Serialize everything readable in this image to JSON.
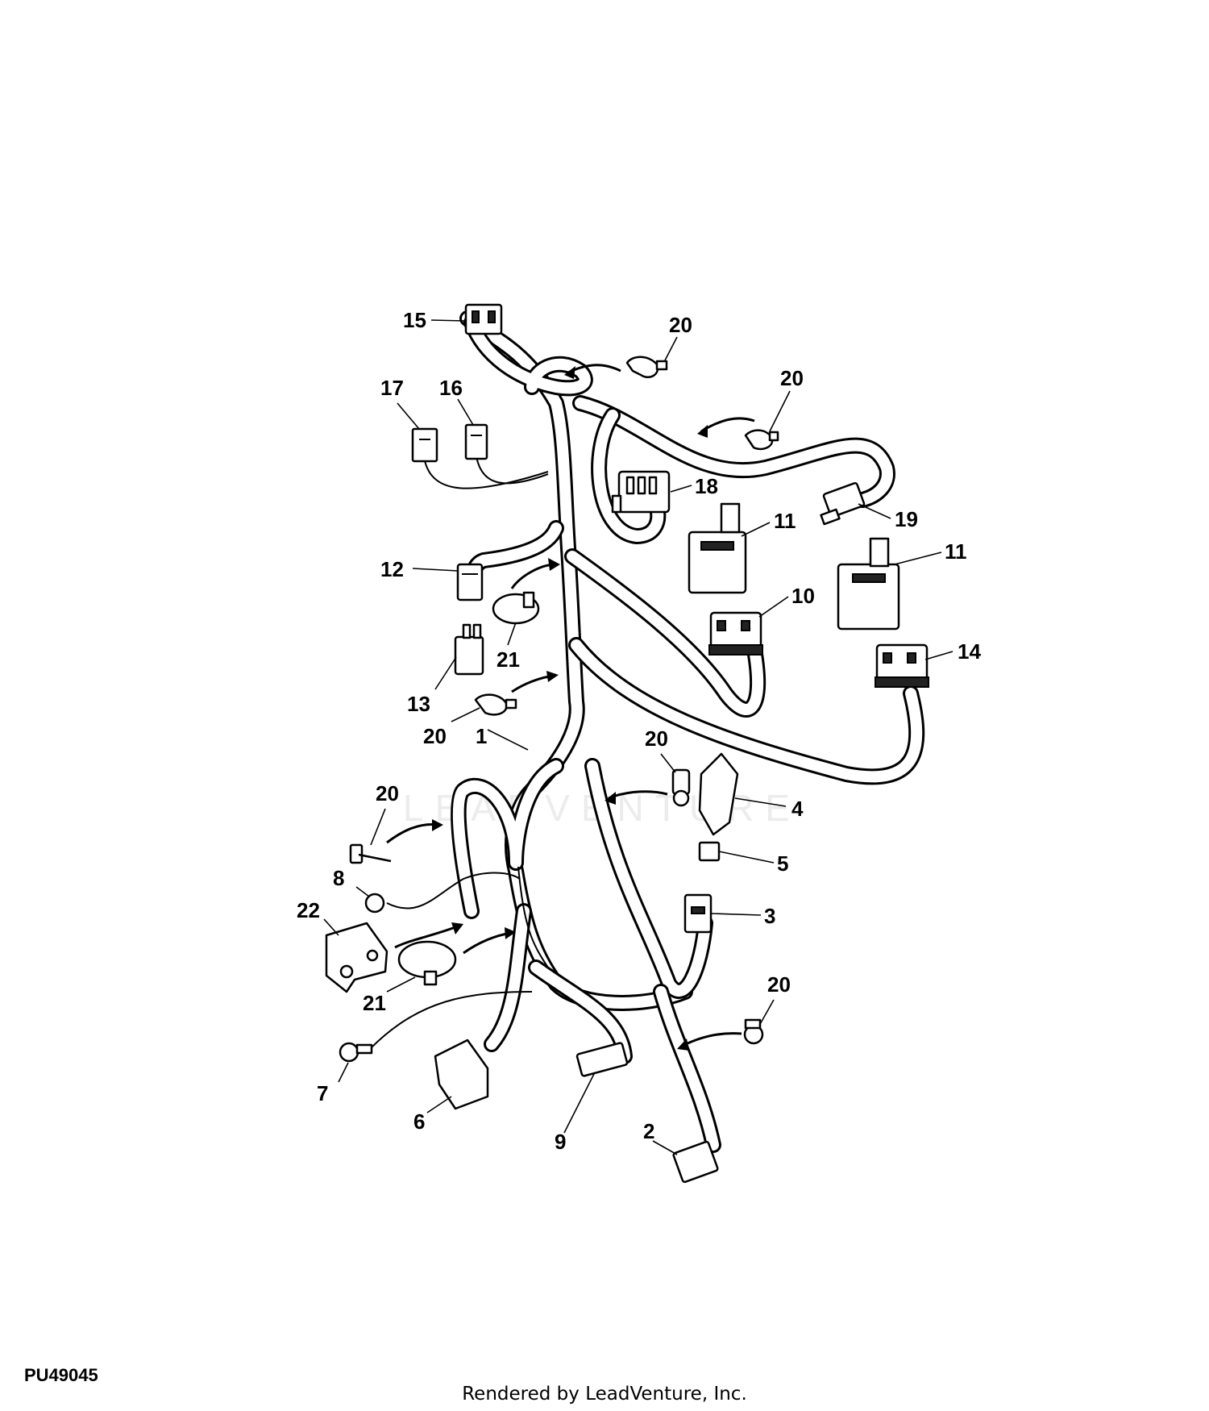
{
  "diagram": {
    "code": "PU49045",
    "render_credit": "Rendered by LeadVenture, Inc.",
    "watermark": "LEADVENTURE"
  },
  "callouts": [
    {
      "id": "c15a",
      "label": "15"
    },
    {
      "id": "c20a",
      "label": "20"
    },
    {
      "id": "c20b",
      "label": "20"
    },
    {
      "id": "c17",
      "label": "17"
    },
    {
      "id": "c16",
      "label": "16"
    },
    {
      "id": "c18",
      "label": "18"
    },
    {
      "id": "c11a",
      "label": "11"
    },
    {
      "id": "c19",
      "label": "19"
    },
    {
      "id": "c11b",
      "label": "11"
    },
    {
      "id": "c12",
      "label": "12"
    },
    {
      "id": "c10",
      "label": "10"
    },
    {
      "id": "c14",
      "label": "14"
    },
    {
      "id": "c21a",
      "label": "21"
    },
    {
      "id": "c13",
      "label": "13"
    },
    {
      "id": "c20c",
      "label": "20"
    },
    {
      "id": "c1",
      "label": "1"
    },
    {
      "id": "c20d",
      "label": "20"
    },
    {
      "id": "c4",
      "label": "4"
    },
    {
      "id": "c20e",
      "label": "20"
    },
    {
      "id": "c5",
      "label": "5"
    },
    {
      "id": "c8",
      "label": "8"
    },
    {
      "id": "c3",
      "label": "3"
    },
    {
      "id": "c22",
      "label": "22"
    },
    {
      "id": "c20f",
      "label": "20"
    },
    {
      "id": "c21b",
      "label": "21"
    },
    {
      "id": "c7",
      "label": "7"
    },
    {
      "id": "c6",
      "label": "6"
    },
    {
      "id": "c9",
      "label": "9"
    },
    {
      "id": "c2",
      "label": "2"
    }
  ]
}
